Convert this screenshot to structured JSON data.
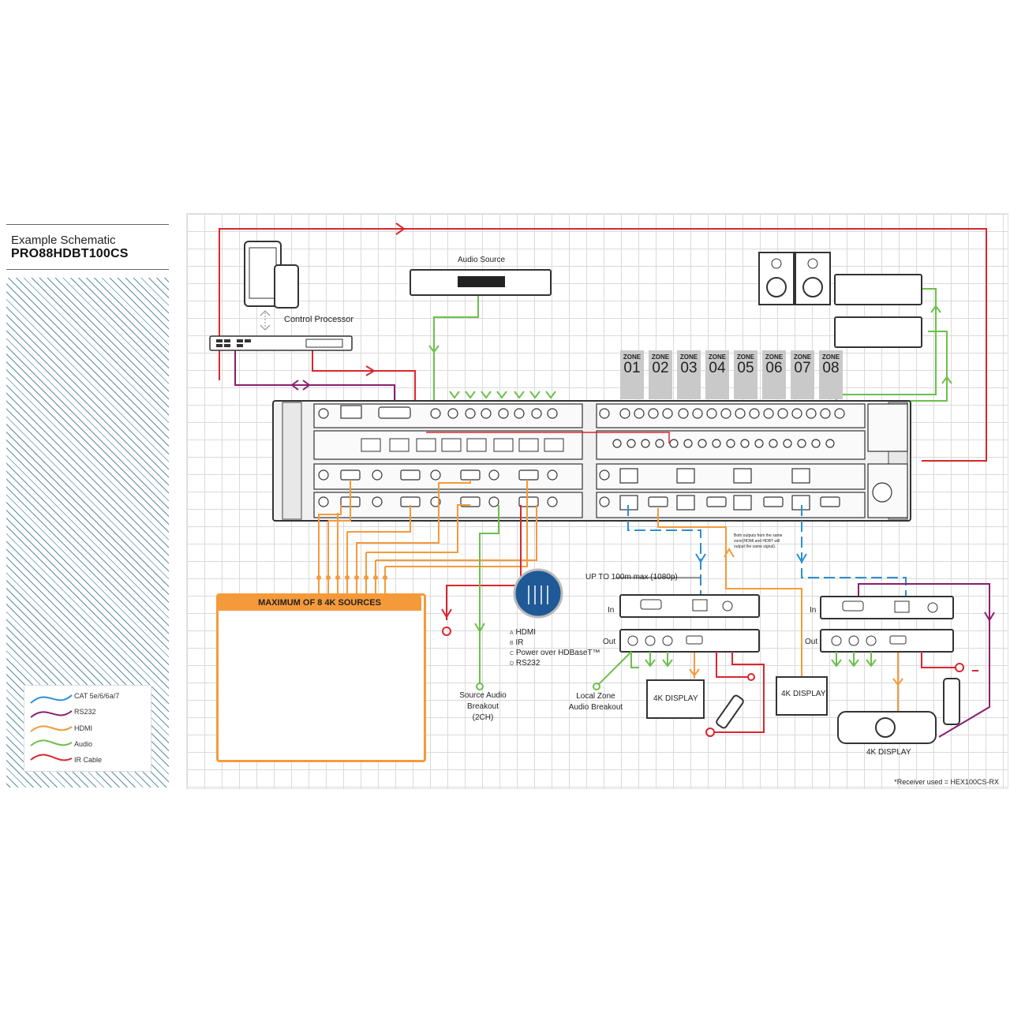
{
  "header": {
    "subtitle": "Example Schematic",
    "model": "PRO88HDBT100CS"
  },
  "devices": {
    "control_processor": "Control Processor",
    "audio_source": "Audio Source",
    "sources_title": "MAXIMUM OF 8 4K SOURCES",
    "display_a": "4K DISPLAY",
    "display_b": "4K DISPLAY",
    "display_c": "4K DISPLAY"
  },
  "zones": [
    {
      "label": "ZONE",
      "number": "01"
    },
    {
      "label": "ZONE",
      "number": "02"
    },
    {
      "label": "ZONE",
      "number": "03"
    },
    {
      "label": "ZONE",
      "number": "04"
    },
    {
      "label": "ZONE",
      "number": "05"
    },
    {
      "label": "ZONE",
      "number": "06"
    },
    {
      "label": "ZONE",
      "number": "07"
    },
    {
      "label": "ZONE",
      "number": "08"
    }
  ],
  "annotations": {
    "distance": "UP TO 100m max (1080p)",
    "in_a": "In",
    "out_a": "Out",
    "in_b": "In",
    "out_b": "Out",
    "source_breakout_1": "Source Audio",
    "source_breakout_2": "Breakout",
    "source_breakout_3": "(2CH)",
    "local_zone_1": "Local Zone",
    "local_zone_2": "Audio Breakout",
    "both_outputs_1": "Both outputs from the same",
    "both_outputs_2": "zone(HDMI and HDBT will",
    "both_outputs_3": "output the same signal).",
    "footnote": "*Receiver used = HEX100CS-RX"
  },
  "hdbt_legend": [
    {
      "letter": "A",
      "text": "HDMI"
    },
    {
      "letter": "B",
      "text": "IR"
    },
    {
      "letter": "C",
      "text": "Power over HDBaseT™"
    },
    {
      "letter": "D",
      "text": "RS232"
    }
  ],
  "cable_legend": [
    {
      "label": "CAT 5e/6/6a/7",
      "color": "#2d8fd6"
    },
    {
      "label": "RS232",
      "color": "#8b1f6f"
    },
    {
      "label": "HDMI",
      "color": "#f59a3b"
    },
    {
      "label": "Audio",
      "color": "#6dbf4b"
    },
    {
      "label": "IR Cable",
      "color": "#d9272e"
    }
  ],
  "colors": {
    "cat": "#2d8fd6",
    "rs232": "#8b1f6f",
    "hdmi": "#f59a3b",
    "audio": "#6dbf4b",
    "ir": "#d9272e"
  }
}
